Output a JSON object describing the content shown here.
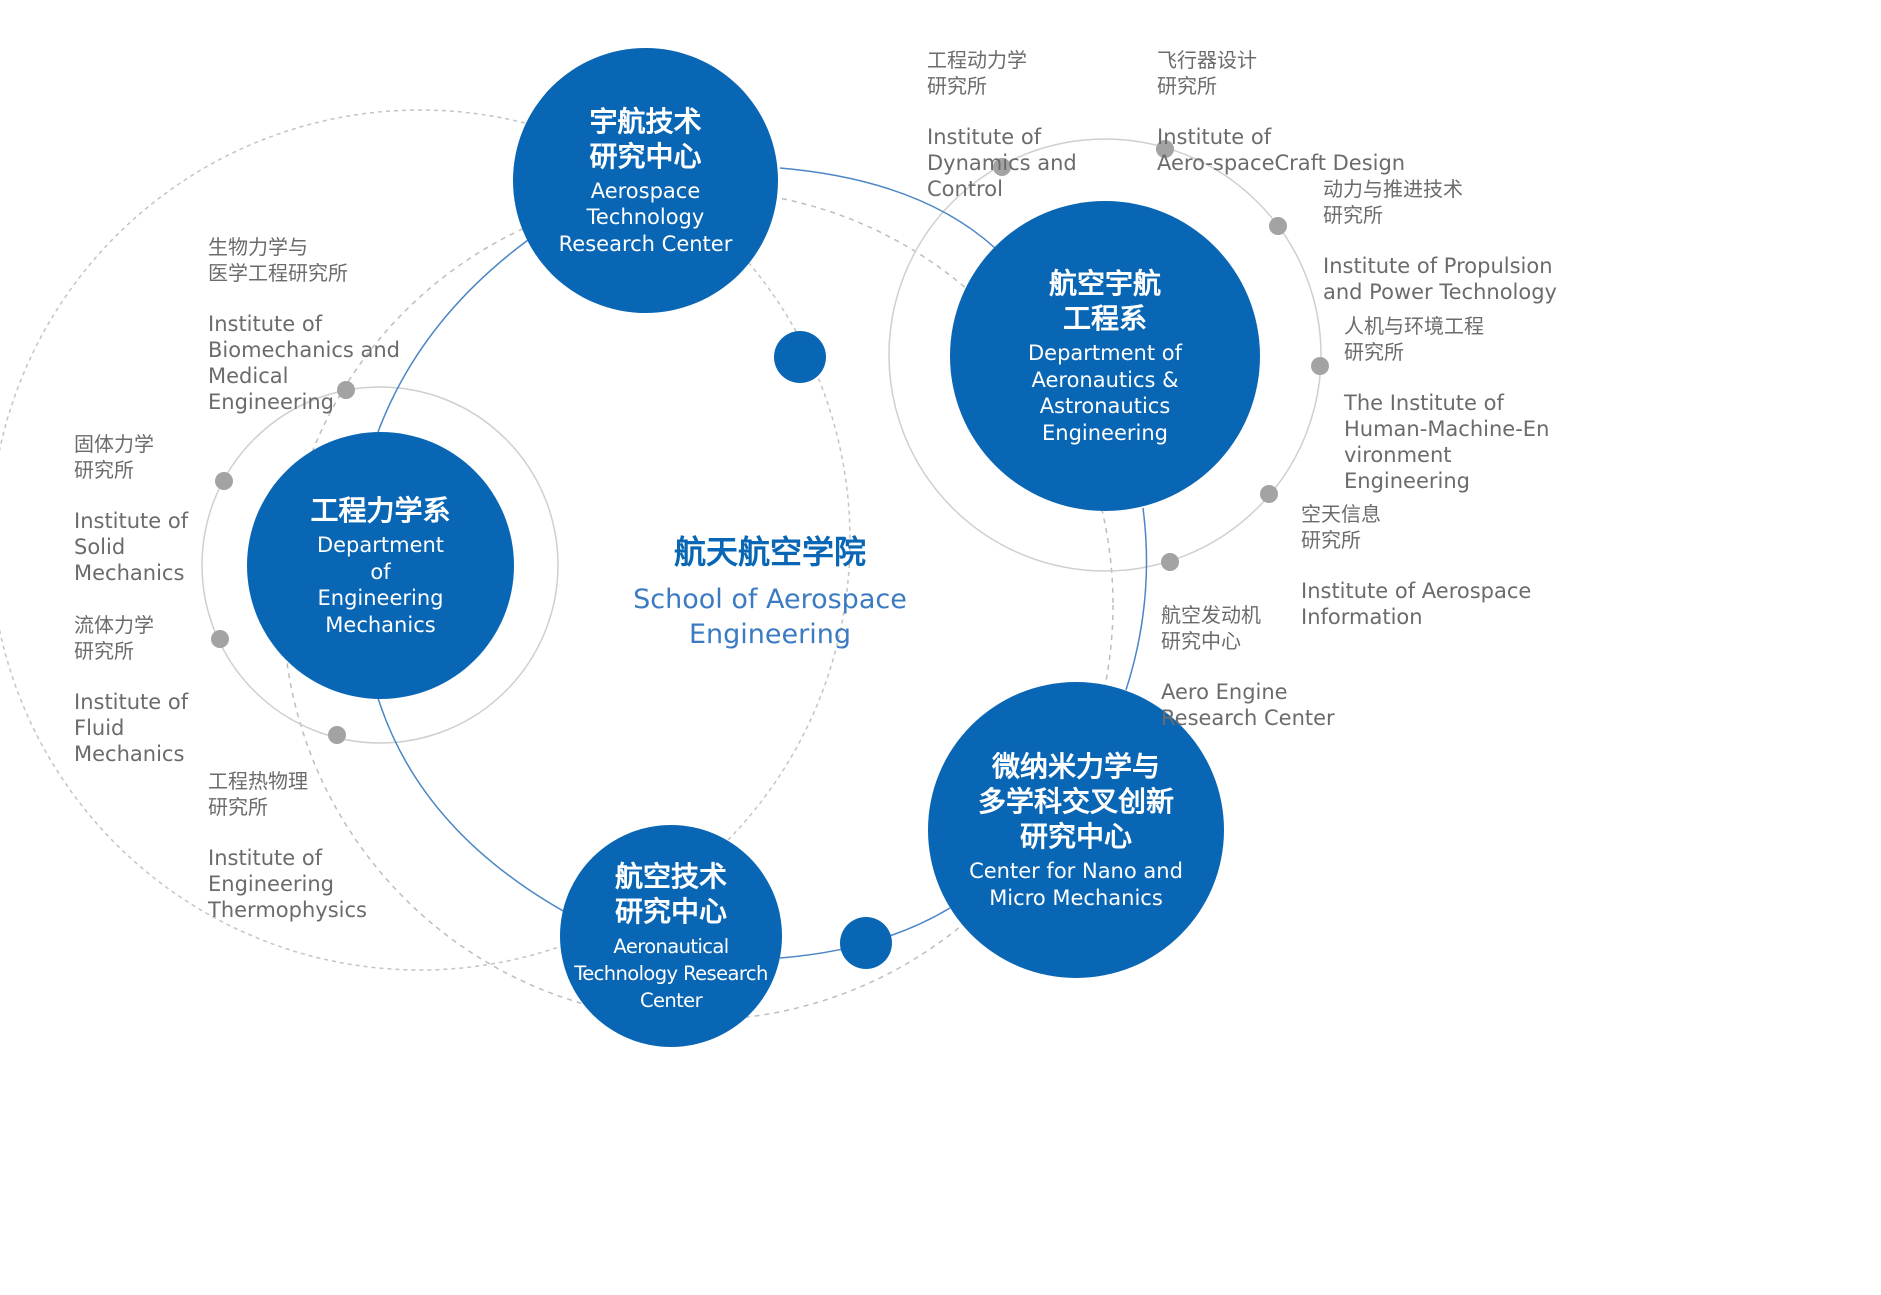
{
  "colors": {
    "node_fill": "#0966b4",
    "dot_fill": "#a3a3a3",
    "line": "#4a86c5",
    "dashed": "#b9b9b9",
    "ring": "#cfcfcf",
    "label_text": "#6b6b6b"
  },
  "center": {
    "zh": "航天航空学院",
    "en": "School of Aerospace\nEngineering"
  },
  "nodes": {
    "space_center": {
      "zh": "宇航技术\n研究中心",
      "en": "Aerospace\nTechnology\nResearch Center"
    },
    "aero_dept": {
      "zh": "航空宇航\n工程系",
      "en": "Department of\nAeronautics &\nAstronautics\nEngineering"
    },
    "mech_dept": {
      "zh": "工程力学系",
      "en": "Department\nof\nEngineering\nMechanics"
    },
    "air_center": {
      "zh": "航空技术\n研究中心",
      "en": "Aeronautical\nTechnology Research\nCenter"
    },
    "nano_center": {
      "zh": "微纳米力学与\n多学科交叉创新\n研究中心",
      "en": "Center for Nano and\nMicro Mechanics"
    }
  },
  "institutes": {
    "dynamics": {
      "zh": "工程动力学\n研究所",
      "en": "Institute of\nDynamics and\nControl"
    },
    "aircraft": {
      "zh": "飞行器设计\n研究所",
      "en": "Institute of\nAero-spaceCraft Design"
    },
    "propulsion": {
      "zh": "动力与推进技术\n研究所",
      "en": "Institute of Propulsion\nand Power Technology"
    },
    "human": {
      "zh": "人机与环境工程\n研究所",
      "en": "The Institute of\nHuman-Machine-En\nvironment\nEngineering"
    },
    "info": {
      "zh": "空天信息\n研究所",
      "en": "Institute of Aerospace\nInformation"
    },
    "engine": {
      "zh": "航空发动机\n研究中心",
      "en": "Aero Engine\nResearch Center"
    },
    "bio": {
      "zh": "生物力学与\n医学工程研究所",
      "en": "Institute of\nBiomechanics and\nMedical\nEngineering"
    },
    "solid": {
      "zh": "固体力学\n研究所",
      "en": "Institute of\nSolid\nMechanics"
    },
    "fluid": {
      "zh": "流体力学\n研究所",
      "en": "Institute of\nFluid\nMechanics"
    },
    "thermo": {
      "zh": "工程热物理\n研究所",
      "en": "Institute of\nEngineering\nThermophysics"
    }
  }
}
